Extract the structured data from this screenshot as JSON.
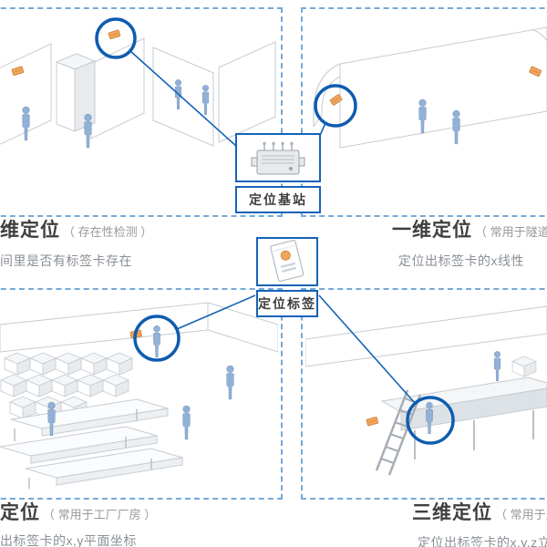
{
  "center": {
    "base_station_label": "定位基站",
    "tag_label": "定位标签"
  },
  "quadrants": [
    {
      "id": "zero-d",
      "title": "维定位",
      "note": "（ 存在性检测 ）",
      "desc": "间里是否有标签卡存在"
    },
    {
      "id": "one-d",
      "title": "一维定位",
      "note": "（ 常用于隧道",
      "desc": "定位出标签卡的x线性"
    },
    {
      "id": "two-d",
      "title": "定位",
      "note": "（ 常用于工厂厂房 ）",
      "desc": "出标签卡的x,y平面坐标"
    },
    {
      "id": "three-d",
      "title": "三维定位",
      "note": "（ 常用于立",
      "desc": "定位出标签卡的x,y,z立体坐标"
    }
  ],
  "colors": {
    "accent_blue": "#1563b6",
    "dash_blue": "#74a9d8",
    "highlight_ring_blue": "#0f5cb0",
    "tag_orange": "#f2a55c",
    "person_blue": "#92b1d6",
    "outline_gray": "#c6ccd2",
    "title_text": "#3f3f3f",
    "note_text": "#96999d"
  }
}
